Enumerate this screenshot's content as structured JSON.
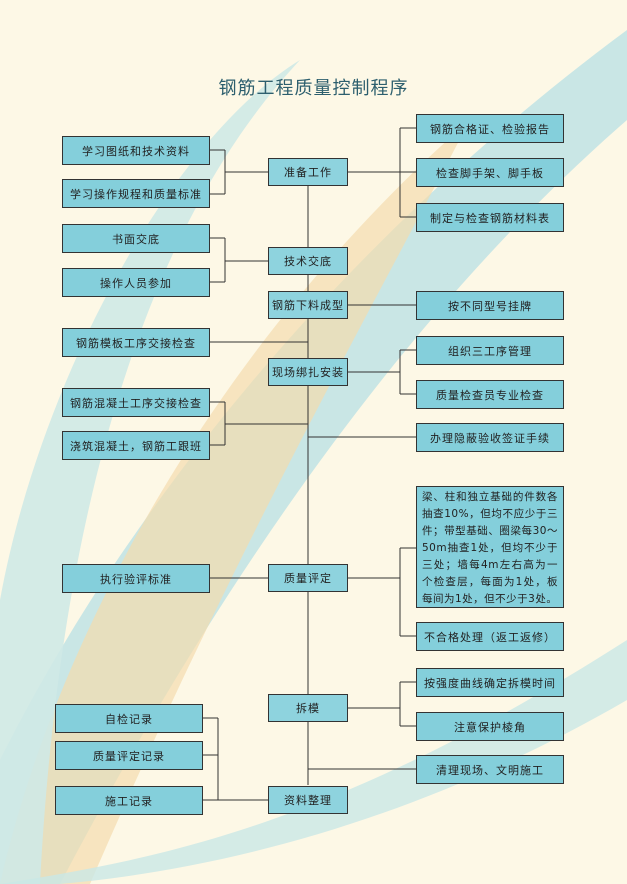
{
  "title": "钢筋工程质量控制程序",
  "colors": {
    "box_fill": "#84cfdb",
    "box_border": "#333333",
    "title": "#2d5f6e",
    "background": "#fdf8e6"
  },
  "center": {
    "prep": "准备工作",
    "disclosure": "技术交底",
    "cutting": "钢筋下料成型",
    "binding": "现场绑扎安装",
    "evaluation": "质量评定",
    "formwork_removal": "拆模",
    "documents": "资料整理"
  },
  "left": {
    "study_drawings": "学习图纸和技术资料",
    "study_rules": "学习操作规程和质量标准",
    "written_disclosure": "书面交底",
    "operators_attend": "操作人员参加",
    "rebar_formwork_handover": "钢筋模板工序交接检查",
    "rebar_concrete_handover": "钢筋混凝土工序交接检查",
    "pour_concrete_follow": "浇筑混凝土，钢筋工跟班",
    "execute_standard": "执行验评标准",
    "self_check_record": "自检记录",
    "quality_record": "质量评定记录",
    "construction_record": "施工记录"
  },
  "right": {
    "certificate": "钢筋合格证、检验报告",
    "scaffold_check": "检查脚手架、脚手板",
    "material_table": "制定与检查钢筋材料表",
    "tag_by_type": "按不同型号挂牌",
    "three_process": "组织三工序管理",
    "inspector_check": "质量检查员专业检查",
    "concealed_acceptance": "办理隐蔽验收签证手续",
    "sampling_rule": "梁、柱和独立基础的件数各抽查10%，但均不应少于三件；带型基础、圈梁每30～50m抽查1处，但均不少于三处；墙每4m左右高为一个检查层，每面为1处，板每间为1处，但不少于3处。",
    "nonconforming": "不合格处理（返工返修）",
    "strength_curve": "按强度曲线确定拆模时间",
    "protect_corners": "注意保护棱角",
    "clean_site": "清理现场、文明施工"
  }
}
